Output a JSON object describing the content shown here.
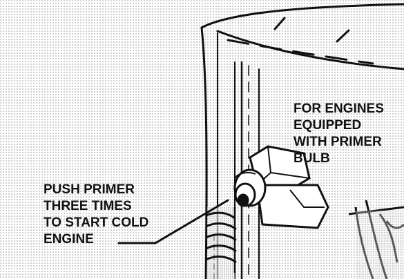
{
  "callouts": {
    "primer_bulb": {
      "lines": [
        "FOR ENGINES",
        "EQUIPPED",
        "WITH PRIMER",
        "BULB"
      ]
    },
    "push_primer": {
      "lines": [
        "PUSH PRIMER",
        "THREE TIMES",
        "TO START COLD",
        "ENGINE"
      ]
    }
  },
  "colors": {
    "ink": "#111111",
    "stipple": "#8a8a8a",
    "paper": "#ffffff"
  }
}
